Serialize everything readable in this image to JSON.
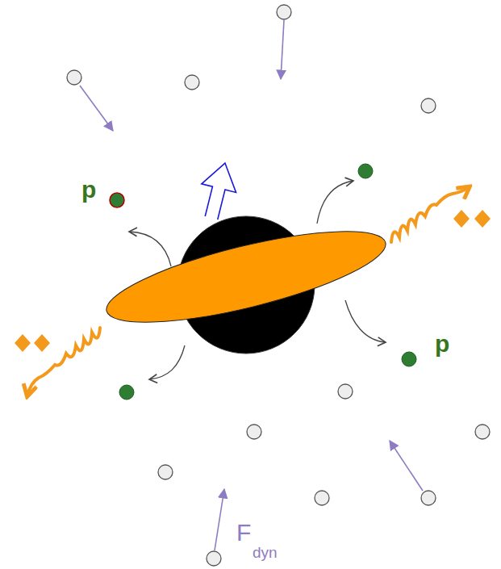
{
  "diagram": {
    "labels": [
      "p",
      "p",
      "F",
      "dyn"
    ]
  }
}
